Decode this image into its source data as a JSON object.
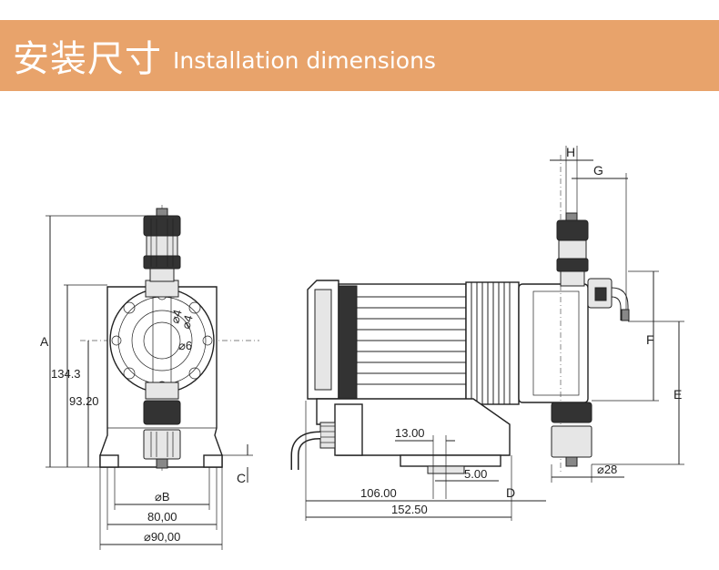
{
  "header": {
    "title_cn": "安装尺寸",
    "title_en": "Installation dimensions",
    "bar_color": "#e8a36b"
  },
  "front_view": {
    "labels": {
      "a": "A",
      "d1343": "134.3",
      "d9320": "93.20",
      "b": "⌀B",
      "d8000": "80,00",
      "d9000": "⌀90,00",
      "c": "C",
      "d4": "⌀4",
      "d6": "⌀6",
      "r4": "⌀4"
    }
  },
  "side_view": {
    "labels": {
      "h": "H",
      "g": "G",
      "f": "F",
      "e": "E",
      "d1300": "13.00",
      "d500": "5.00",
      "d10600": "106.00",
      "d15250": "152.50",
      "d": "D",
      "d28": "⌀28"
    }
  }
}
